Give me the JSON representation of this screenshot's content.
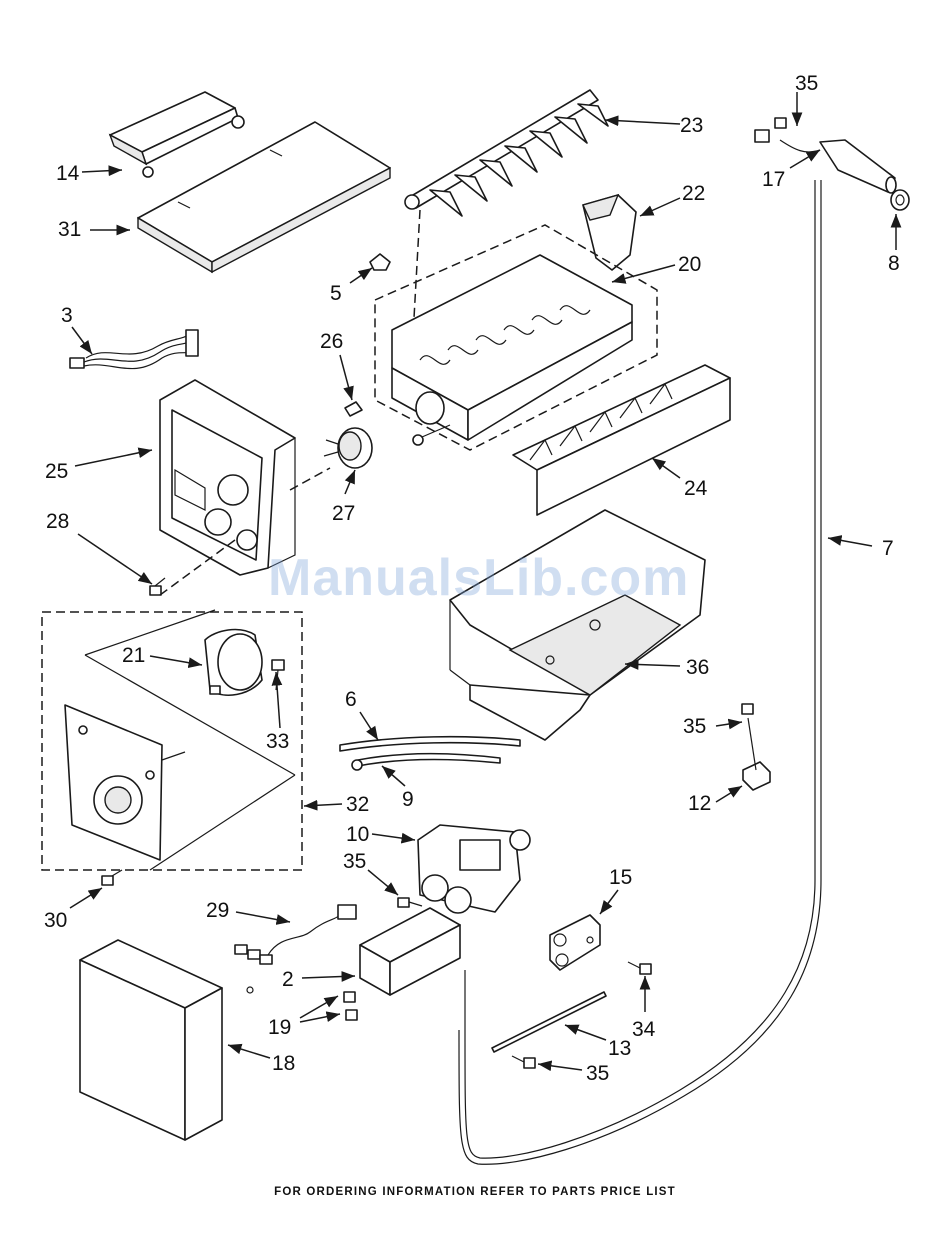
{
  "callouts": {
    "c35a": "35",
    "c23": "23",
    "c17": "17",
    "c8": "8",
    "c22": "22",
    "c20": "20",
    "c14": "14",
    "c31": "31",
    "c5": "5",
    "c3": "3",
    "c26": "26",
    "c25": "25",
    "c27": "27",
    "c24": "24",
    "c28": "28",
    "c7": "7",
    "c21": "21",
    "c36": "36",
    "c33": "33",
    "c6": "6",
    "c35b": "35",
    "c9": "9",
    "c12": "12",
    "c32": "32",
    "c10": "10",
    "c35c": "35",
    "c15": "15",
    "c29": "29",
    "c30": "30",
    "c2": "2",
    "c34": "34",
    "c19": "19",
    "c13": "13",
    "c35d": "35",
    "c18": "18"
  },
  "watermark": "ManualsLib.com",
  "footer": "FOR ORDERING INFORMATION REFER TO PARTS PRICE LIST"
}
